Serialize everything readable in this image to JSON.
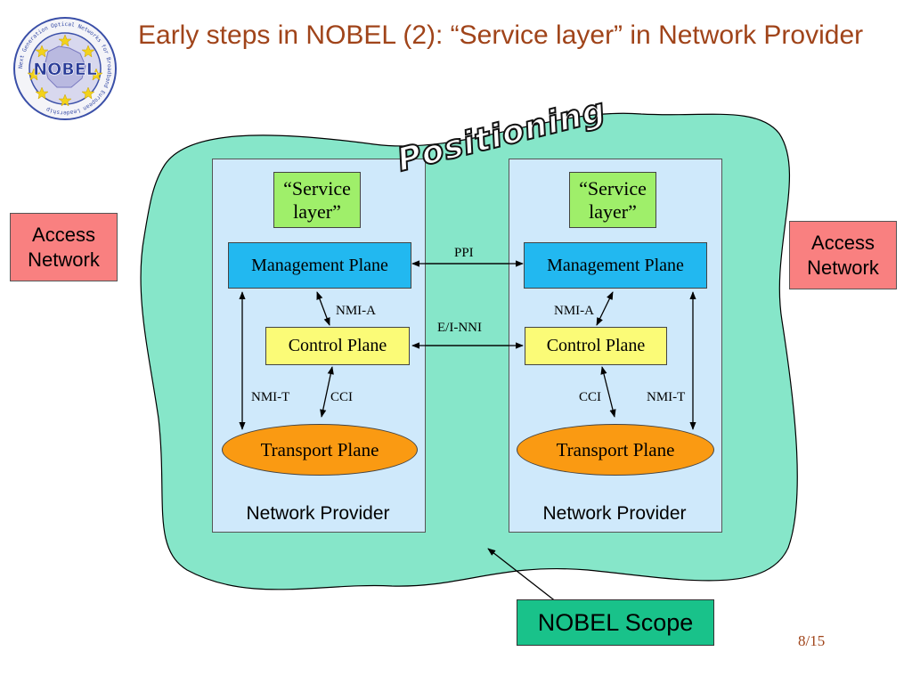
{
  "slide": {
    "title": "Early steps in NOBEL (2): “Service layer” in Network Provider",
    "page_number": "8/15"
  },
  "logo": {
    "center_text": "NOBEL",
    "ring_text": "Next Generation Optical Networks for Broadband European Leadership",
    "icon": "nobel-logo-icon",
    "colors": {
      "ring": "#3a4fa8",
      "map": "#c9c9e6",
      "stars": "#f2d21b"
    }
  },
  "diagram": {
    "annotation": "Positioning",
    "scope_label": "NOBEL Scope",
    "access_left": "Access Network",
    "access_right": "Access Network",
    "providers": [
      {
        "label": "Network Provider",
        "service_layer": "“Service layer”",
        "management": "Management Plane",
        "control": "Control Plane",
        "transport": "Transport Plane",
        "nmi_a": "NMI-A",
        "nmi_t": "NMI-T",
        "cci": "CCI"
      },
      {
        "label": "Network Provider",
        "service_layer": "“Service layer”",
        "management": "Management Plane",
        "control": "Control Plane",
        "transport": "Transport Plane",
        "nmi_a": "NMI-A",
        "nmi_t": "NMI-T",
        "cci": "CCI"
      }
    ],
    "interfaces": {
      "ppi": "PPI",
      "ei_nni": "E/I-NNI"
    },
    "colors": {
      "scope_cloud": "#86e6c9",
      "provider_box": "#cfe9fb",
      "service_layer": "#9fef6a",
      "management": "#22b8f0",
      "control": "#fbfb77",
      "transport": "#fa9a12",
      "access": "#f98080",
      "scope_box": "#19c28a",
      "title": "#a0441a"
    }
  }
}
